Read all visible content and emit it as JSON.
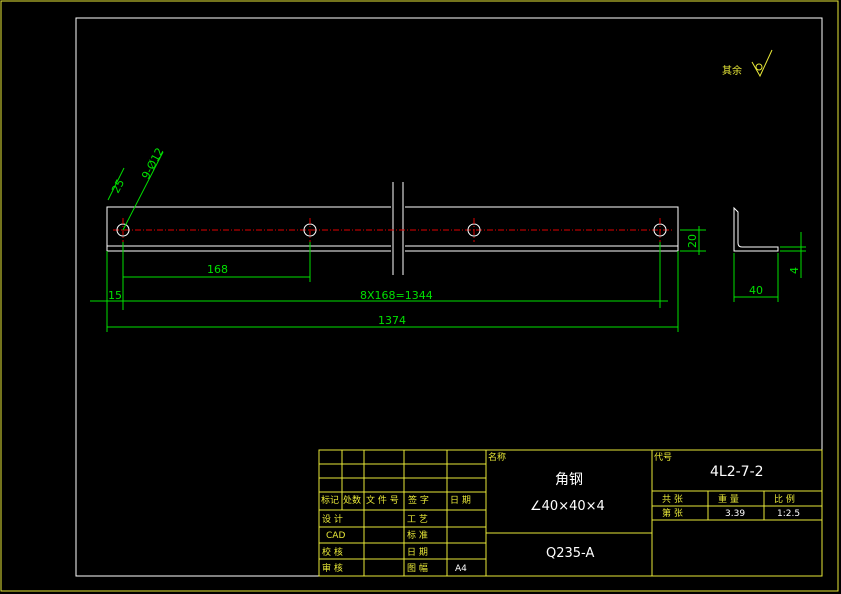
{
  "drawing": {
    "surface_note": "其余",
    "hole_callout": "9-Ø12",
    "dims": {
      "d25": "25",
      "d168": "168",
      "d15": "15",
      "d_pitch": "8X168=1344",
      "d_total": "1374",
      "d20": "20",
      "d40": "40",
      "d4": "4"
    }
  },
  "title_block": {
    "name_label": "名称",
    "part_name": "角钢",
    "part_spec": "∠40×40×4",
    "material": "Q235-A",
    "code_label": "代号",
    "drawing_no": "4L2-7-2",
    "rev_headers": [
      "标记",
      "处数",
      "文 件 号",
      "签  字",
      "日  期"
    ],
    "row_left": [
      "设 计",
      "CAD",
      "校 核",
      "审 核"
    ],
    "row_mid": [
      "工 艺",
      "标 准",
      "日 期",
      "图 幅"
    ],
    "sheet_size": "A4",
    "info_headers": [
      "共  张",
      "重  量",
      "比  例"
    ],
    "info_labels": [
      "第  张"
    ],
    "weight": "3.39",
    "scale": "1:2.5"
  },
  "colors": {
    "frame": "#e8e838",
    "outline": "#ffffff",
    "dimension": "#00e000",
    "centerline": "#e00000"
  }
}
